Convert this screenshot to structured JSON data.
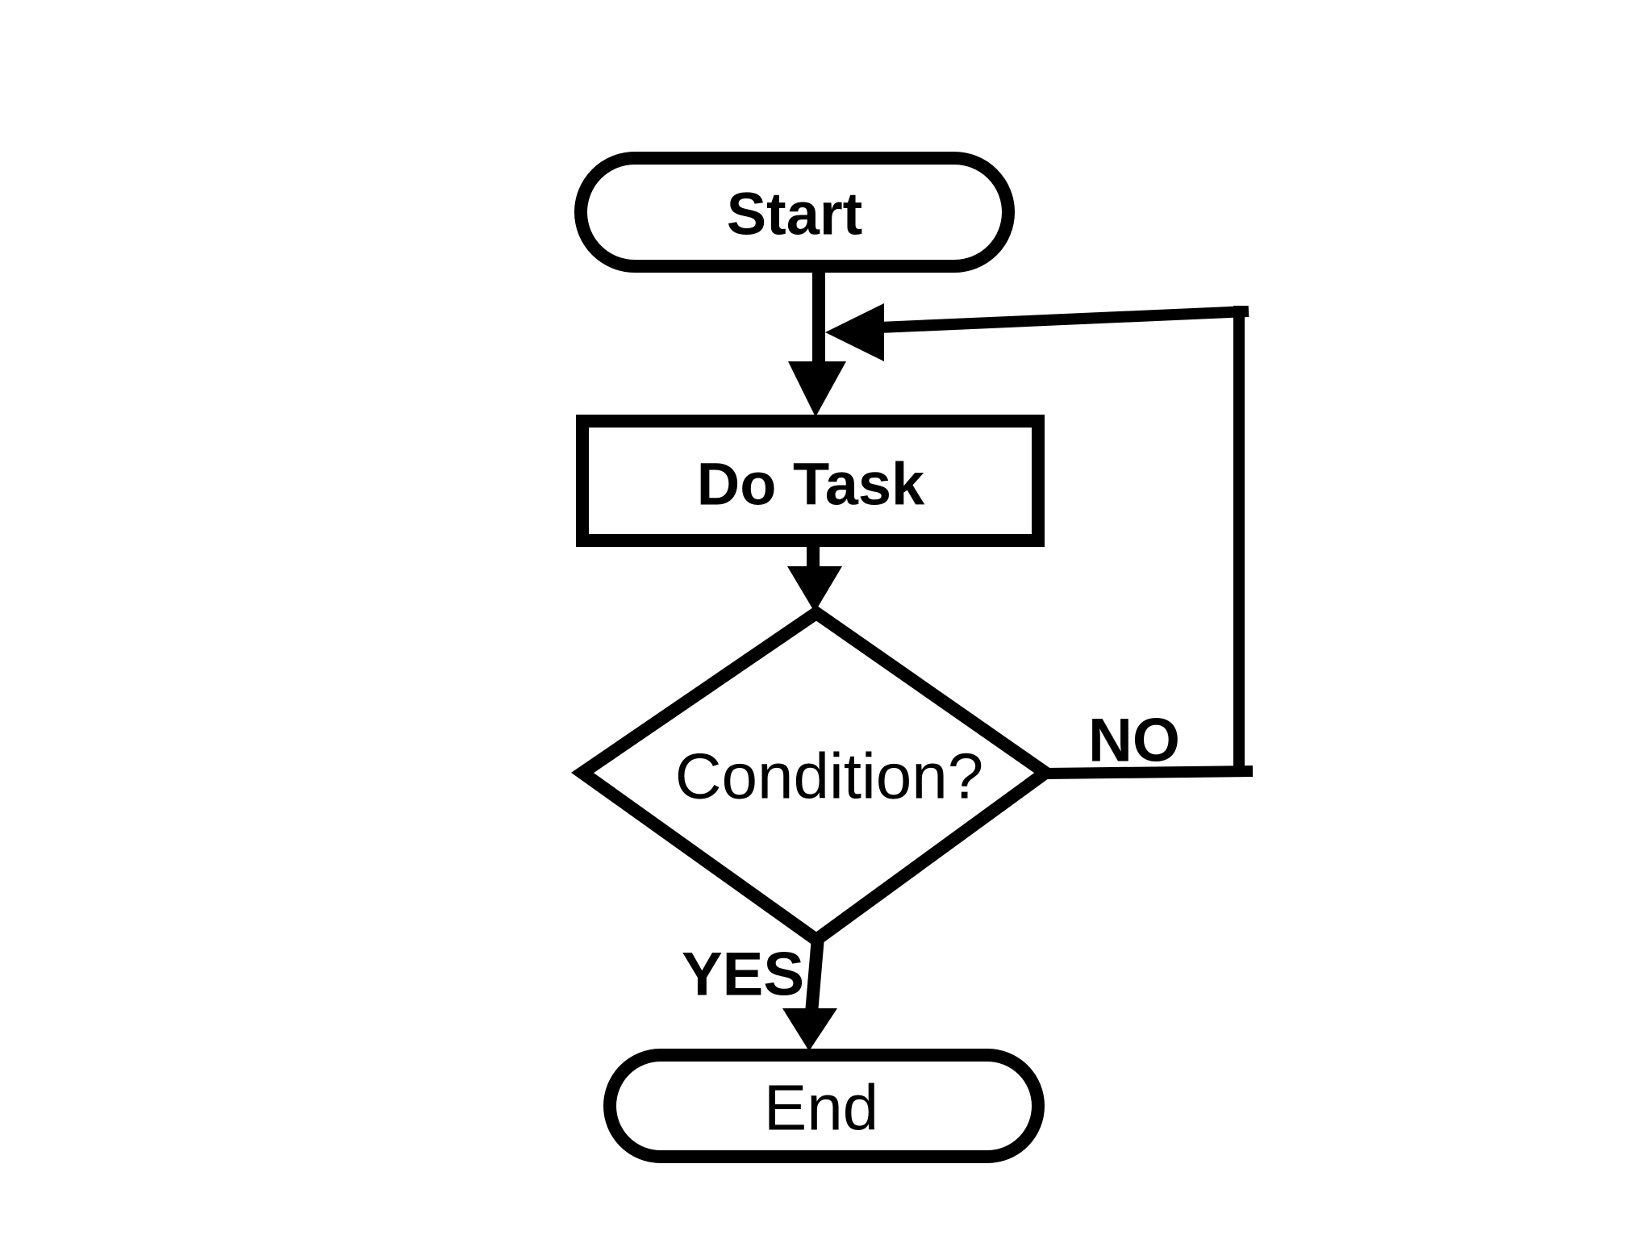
{
  "flowchart": {
    "colors": {
      "background": "#ffffff",
      "ink": "#000000"
    },
    "nodes": {
      "start": {
        "label": "Start",
        "shape": "terminator"
      },
      "do_task": {
        "label": "Do Task",
        "shape": "process"
      },
      "condition": {
        "label": "Condition?",
        "shape": "decision"
      },
      "end": {
        "label": "End",
        "shape": "terminator"
      }
    },
    "edges": {
      "condition_to_do_task": {
        "label": "NO"
      },
      "condition_to_end": {
        "label": "YES"
      }
    }
  }
}
